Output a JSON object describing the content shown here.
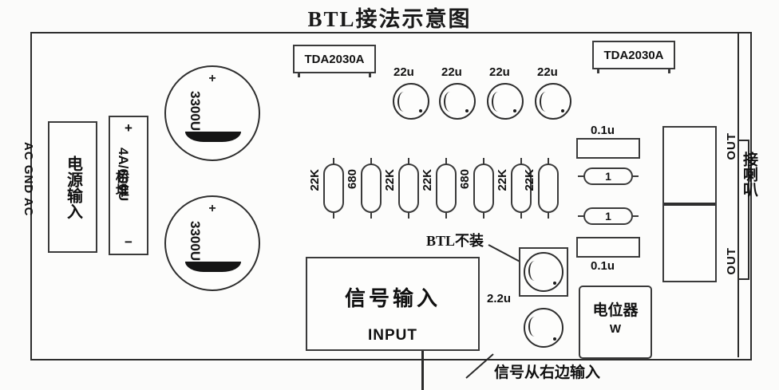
{
  "title": "BTL接法示意图",
  "board": {
    "left_connector": {
      "terminal_label": "AC GND AC",
      "power_input_label": "电源输入"
    },
    "bridge_rectifier": {
      "plus": "+",
      "minus": "−",
      "value": "4A/600U",
      "name": "桥堆"
    },
    "big_capacitors": [
      {
        "plus": "+",
        "value": "3300U"
      },
      {
        "plus": "+",
        "value": "3300U"
      }
    ],
    "chips": [
      {
        "label": "TDA2030A"
      },
      {
        "label": "TDA2030A"
      }
    ],
    "small_capacitors_22u": [
      {
        "label": "22u"
      },
      {
        "label": "22u"
      },
      {
        "label": "22u"
      },
      {
        "label": "22u"
      }
    ],
    "resistors": [
      {
        "label": "22K"
      },
      {
        "label": "680"
      },
      {
        "label": "22K"
      },
      {
        "label": "22K"
      },
      {
        "label": "680"
      },
      {
        "label": "22K"
      },
      {
        "label": "22K"
      }
    ],
    "film_capacitors": [
      {
        "label": "0.1u"
      },
      {
        "label": "0.1u"
      }
    ],
    "one_ohm_resistors": [
      {
        "label": "1"
      },
      {
        "label": "1"
      }
    ],
    "coupling_capacitors": {
      "value": "2.2u",
      "note": "BTL不装"
    },
    "input_block": {
      "cn": "信号输入",
      "en": "INPUT"
    },
    "potentiometer": {
      "cn": "电位器",
      "symbol": "W"
    },
    "output": {
      "out_top": "OUT",
      "out_bottom": "OUT",
      "speaker_label": "接喇叭"
    }
  },
  "notes": {
    "bottom": "信号从右边输入"
  }
}
